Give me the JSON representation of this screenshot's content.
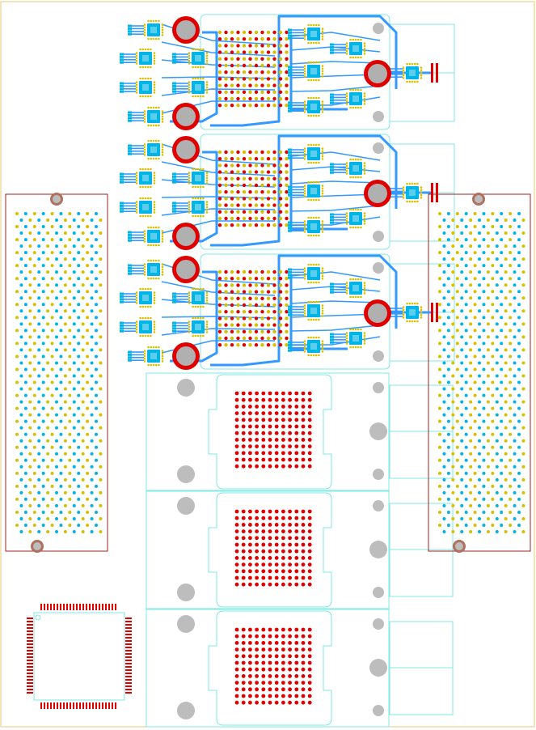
{
  "view": {
    "type": "pcb-layout",
    "layers_visible": [
      "top-copper",
      "bottom-copper",
      "silkscreen",
      "outline",
      "pads",
      "vias",
      "drills"
    ]
  },
  "colors": {
    "board_outline": "#e8c878",
    "copper_trace": "#3399ff",
    "smd_pad": "#00b4e6",
    "pad_gold": "#d4c100",
    "bga_pad": "#e00000",
    "silkscreen_cyan": "#7fe8e0",
    "outline_darkred": "#a02020",
    "hole_gray": "#bdbdbd",
    "mount_hole_ring": "#e00000",
    "mount_hole_fill": "#b0b0b0",
    "mount_hole_brown": "#b07060"
  },
  "components": {
    "driver_blocks": 3,
    "bga_sockets": 3,
    "side_connectors": 2,
    "qfp_package": 1,
    "right_chips_per_block": 5,
    "left_chips_per_block": 6
  },
  "icons": {
    "mount_hole": "mount-hole-icon",
    "via": "via-icon"
  }
}
